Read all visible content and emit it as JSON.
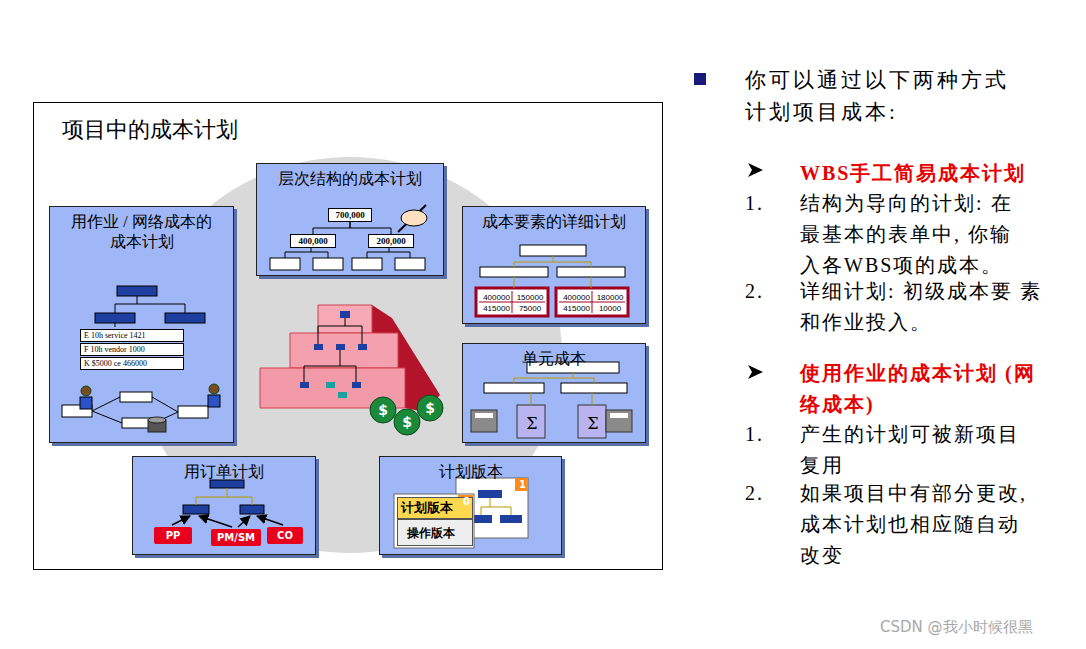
{
  "diagram": {
    "nodes": [
      {
        "text": [
          "项目中的成本计划"
        ]
      },
      {
        "text": [
          "层次结构的成本计划"
        ],
        "in": 0
      },
      {
        "text": [
          "700,000"
        ],
        "in": 1
      },
      {
        "text": [
          "400,000"
        ],
        "in": 1
      },
      {
        "text": [
          "200,000"
        ],
        "in": 1
      },
      {
        "text": [
          "用作业 / 网络成本的 成本计划"
        ],
        "in": 0
      },
      {
        "text": [
          "E 10h service 1421"
        ],
        "in": 5
      },
      {
        "text": [
          "F 10h vendor 1000"
        ],
        "in": 5
      },
      {
        "text": [
          "K $5000 ce 466000"
        ],
        "in": 5
      },
      {
        "text": [
          "成本要素的详细计划"
        ],
        "in": 0
      },
      {
        "text": [
          "单元成本"
        ],
        "in": 0
      },
      {
        "text": [
          "用订单计划"
        ],
        "in": 0
      },
      {
        "text": [
          "PP"
        ],
        "in": 11
      },
      {
        "text": [
          "PM/SM"
        ],
        "in": 11
      },
      {
        "text": [
          "CO"
        ],
        "in": 11
      },
      {
        "text": [
          "计划版本"
        ],
        "in": 0
      },
      {
        "text": [
          "计划版本"
        ],
        "in": 15
      },
      {
        "text": [
          "操作版本"
        ],
        "in": 15
      }
    ],
    "edges": [
      {
        "from": 2,
        "to": 3,
        "arrow": "none"
      },
      {
        "from": 2,
        "to": 4,
        "arrow": "none"
      }
    ],
    "labels": [
      "你可以通过以下两种方式 计划项目成本:",
      "WBS手工简易成本计划",
      "1.",
      "结构为导向的计划: 在 最基本的表单中, 你输 入各WBS项的成本。",
      "2.",
      "详细计划: 初级成本要 素 和作业投入。",
      "使用作业的成本计划 (网 络成本)",
      "1.",
      "产生的计划可被新项目 复用",
      "2.",
      "如果项目中有部分更改, 成本计划也相应随自动 改变",
      "400000",
      "150000",
      "415000",
      "75000",
      "400000",
      "180000",
      "415000",
      "10000",
      "Σ",
      "Σ",
      "0",
      "1",
      "CSDN @我小时候很黑",
      "$",
      "$",
      "$"
    ]
  }
}
